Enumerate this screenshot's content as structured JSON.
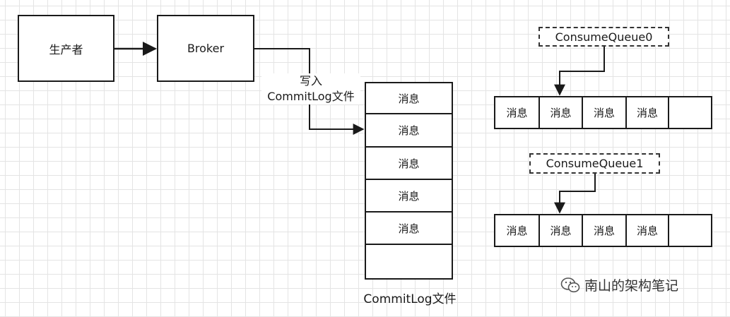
{
  "producer_label": "生产者",
  "broker_label": "Broker",
  "write_label_line1": "写入",
  "write_label_line2": "CommitLog文件",
  "commitlog_cells": [
    "消息",
    "消息",
    "消息",
    "消息",
    "消息",
    ""
  ],
  "commitlog_caption": "CommitLog文件",
  "queue0_label": "ConsumeQueue0",
  "queue0_cells": [
    "消息",
    "消息",
    "消息",
    "消息",
    ""
  ],
  "queue1_label": "ConsumeQueue1",
  "queue1_cells": [
    "消息",
    "消息",
    "消息",
    "消息",
    ""
  ],
  "watermark_text": "南山的架构笔记",
  "watermark_icon": "wechat-icon"
}
